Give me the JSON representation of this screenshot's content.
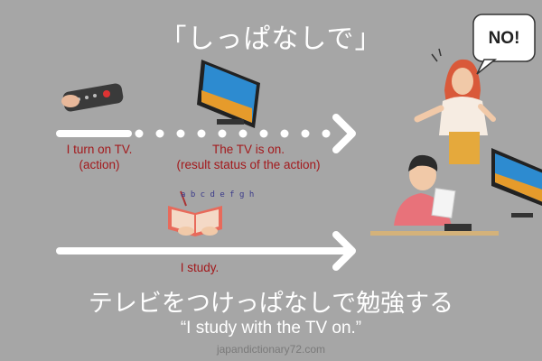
{
  "title": "「しっぱなしで」",
  "speech_bubble": "NO!",
  "row1": {
    "action_label": "I turn on TV.",
    "action_sublabel": "(action)",
    "result_label": "The TV is on.",
    "result_sublabel": "(result status of the action)"
  },
  "row2": {
    "action_label": "I study."
  },
  "study_letters": "a b c d e f g h",
  "subtitle": "テレビをつけっぱなしで勉強する",
  "translation": "“I study with the TV on.”",
  "website": "japandictionary72.com",
  "colors": {
    "background": "#a6a6a6",
    "label_red": "#a3191c",
    "arrow": "#ffffff"
  }
}
